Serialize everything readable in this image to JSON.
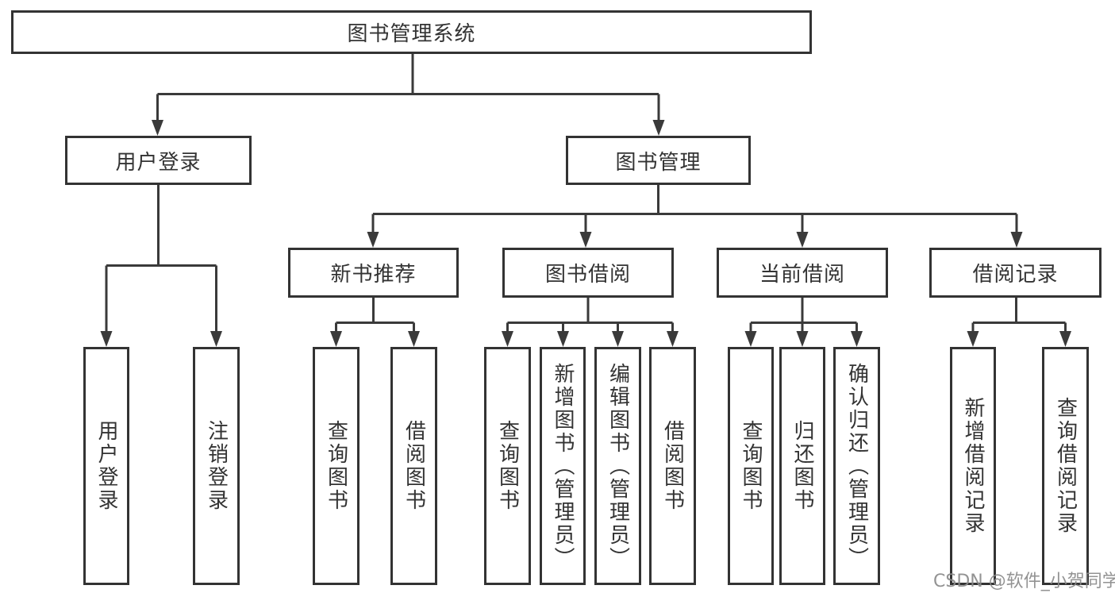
{
  "diagram": {
    "root": {
      "label": "图书管理系统"
    },
    "level2": [
      {
        "label": "用户登录"
      },
      {
        "label": "图书管理"
      }
    ],
    "level3": [
      {
        "label": "新书推荐"
      },
      {
        "label": "图书借阅"
      },
      {
        "label": "当前借阅"
      },
      {
        "label": "借阅记录"
      }
    ],
    "leaves": {
      "user_login": [
        {
          "label": "用户登录"
        },
        {
          "label": "注销登录"
        }
      ],
      "new_book_recommend": [
        {
          "label": "查询图书"
        },
        {
          "label": "借阅图书"
        }
      ],
      "book_borrow": [
        {
          "label": "查询图书"
        },
        {
          "label": "新增图书（管理员）"
        },
        {
          "label": "编辑图书（管理员）"
        },
        {
          "label": "借阅图书"
        }
      ],
      "current_borrow": [
        {
          "label": "查询图书"
        },
        {
          "label": "归还图书"
        },
        {
          "label": "确认归还（管理员）"
        }
      ],
      "borrow_record": [
        {
          "label": "新增借阅记录"
        },
        {
          "label": "查询借阅记录"
        }
      ]
    },
    "watermark": "CSDN @软件_小贺同学",
    "colors": {
      "line": "#3a3a3a",
      "border": "#333333",
      "text": "#333333",
      "background": "#ffffff",
      "watermark": "#8a8a8a"
    }
  }
}
